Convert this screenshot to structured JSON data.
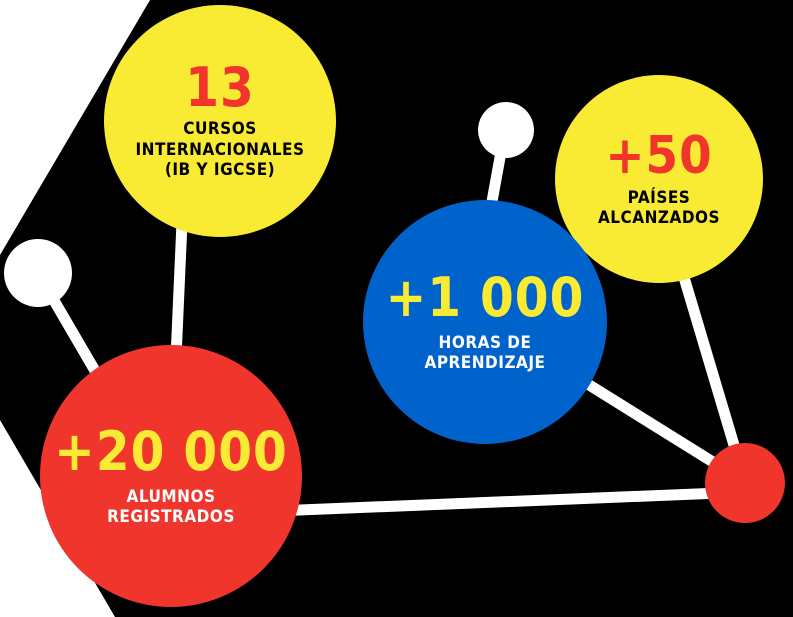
{
  "colors": {
    "background": "#000000",
    "canvas": "#ffffff",
    "yellow": "#f9ea33",
    "red": "#f0352d",
    "blue": "#0063cc",
    "white": "#ffffff"
  },
  "stats": [
    {
      "value": "13",
      "label_lines": [
        "CURSOS",
        "INTERNACIONALES",
        "(IB Y IGCSE)"
      ]
    },
    {
      "value": "+50",
      "label_lines": [
        "PAÍSES",
        "ALCANZADOS"
      ]
    },
    {
      "value": "+1 000",
      "label_lines": [
        "HORAS DE",
        "APRENDIZAJE"
      ]
    },
    {
      "value": "+20 000",
      "label_lines": [
        "ALUMNOS",
        "REGISTRADOS"
      ]
    }
  ]
}
